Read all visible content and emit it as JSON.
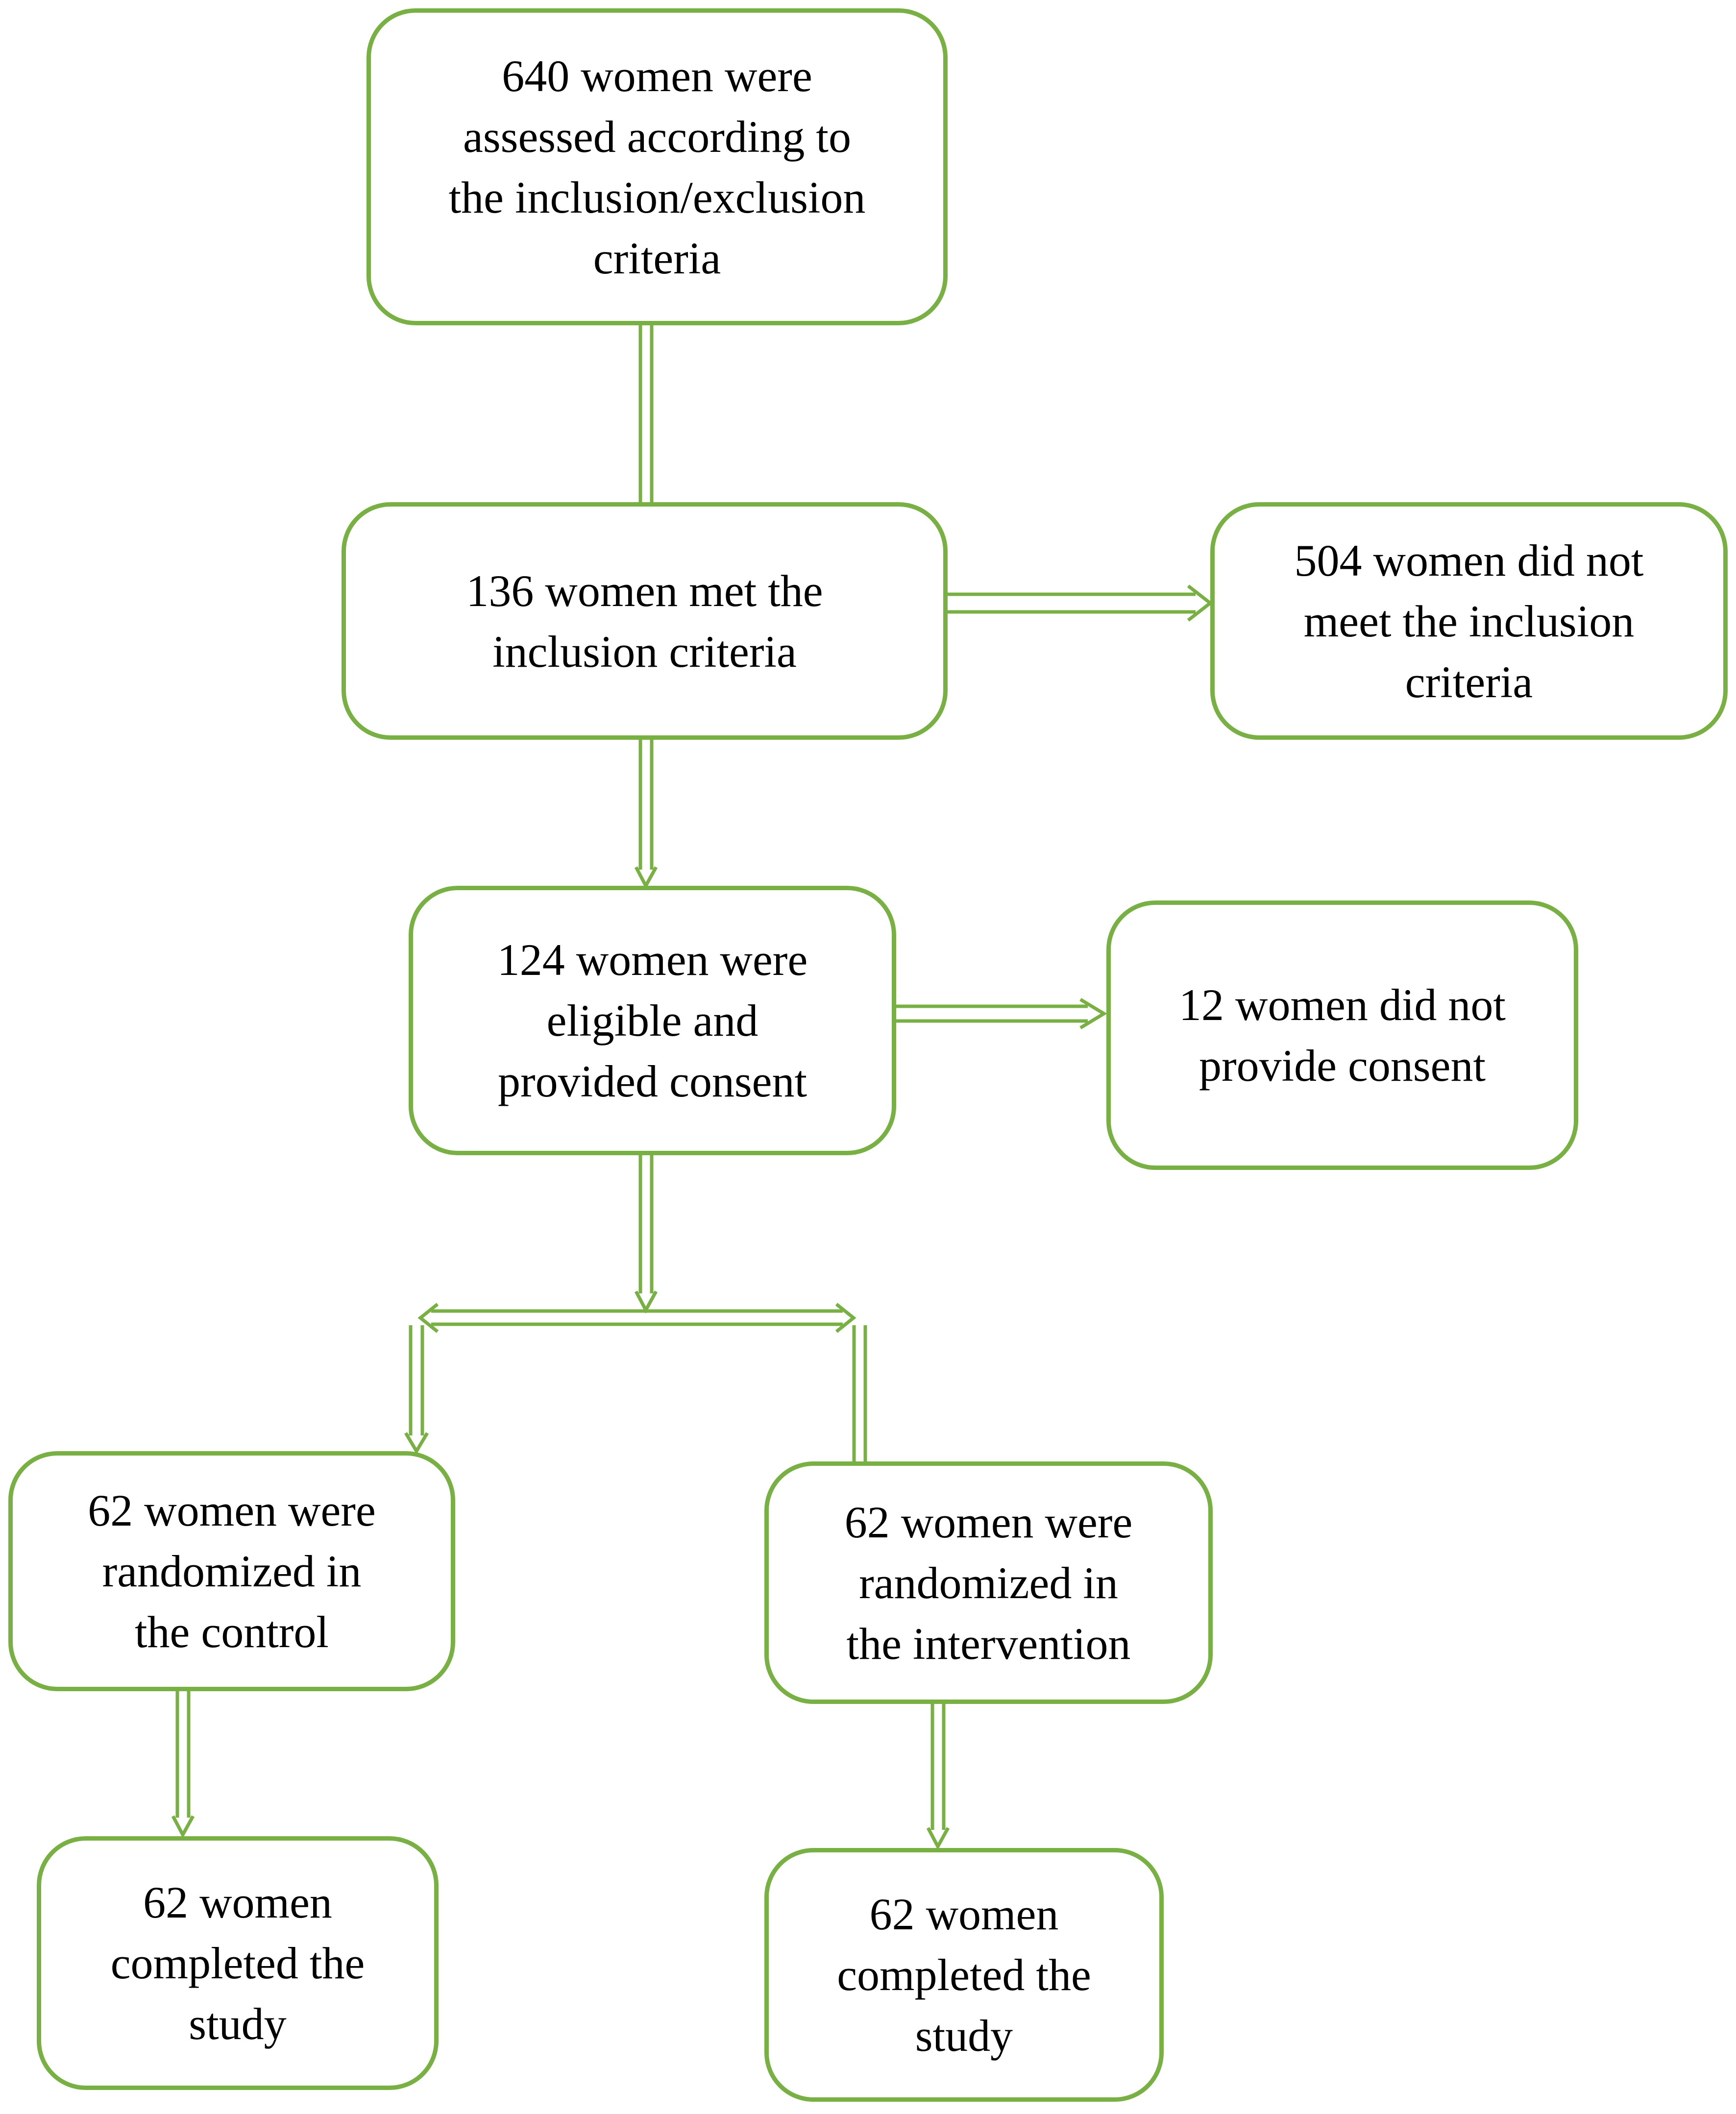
{
  "colors": {
    "stroke": "#78b043",
    "text": "#000000",
    "background": "#ffffff"
  },
  "nodes": {
    "assessed": "640 women were\nassessed according to\nthe inclusion/exclusion\ncriteria",
    "met_criteria": "136 women met the\ninclusion criteria",
    "not_met": "504 women did not\nmeet the inclusion\ncriteria",
    "eligible": "124 women were\neligible and\nprovided consent",
    "no_consent": "12 women did not\nprovide consent",
    "control": "62 women were\nrandomized in\nthe control",
    "intervention": "62 women were\nrandomized in\nthe intervention",
    "control_completed": "62 women\ncompleted the\nstudy",
    "intervention_completed": "62 women\ncompleted the\nstudy"
  }
}
